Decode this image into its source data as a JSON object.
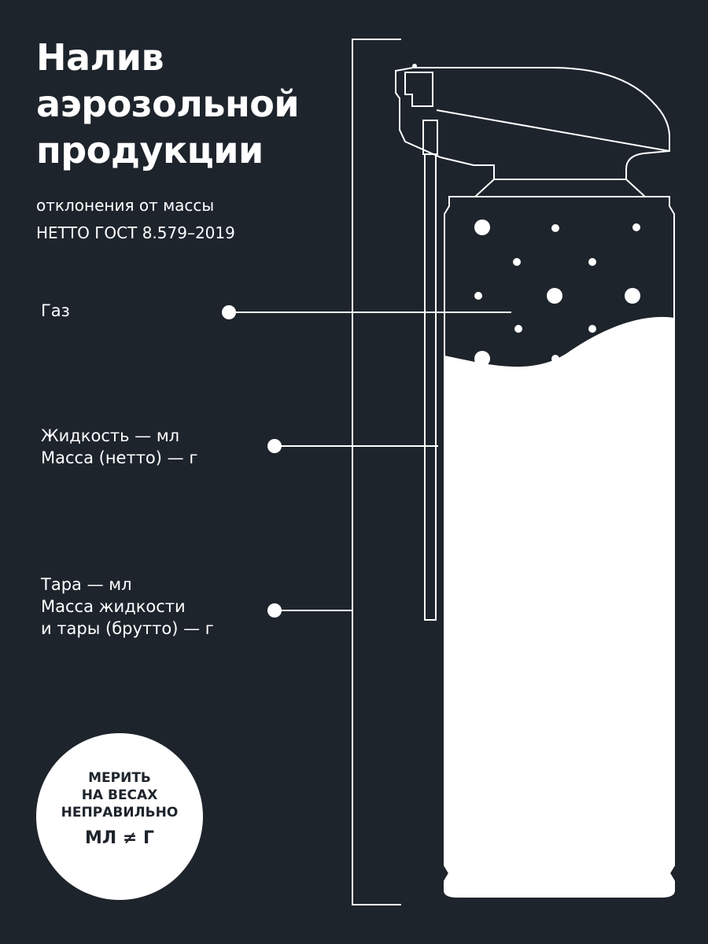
{
  "title": {
    "lines": [
      "Налив",
      "аэрозольной",
      "продукции"
    ]
  },
  "subtitle": {
    "lines": [
      "отклонения от массы",
      "НЕТТО ГОСТ 8.579–2019"
    ]
  },
  "labels": {
    "gas": {
      "lines": [
        "Газ"
      ]
    },
    "liquid": {
      "lines": [
        "Жидкость — мл",
        "Масса (нетто) — г"
      ]
    },
    "tare": {
      "lines": [
        "Тара — мл",
        "Масса жидкости",
        "и тары (брутто) — г"
      ]
    }
  },
  "badge": {
    "lines": [
      "МЕРИТЬ",
      "НА ВЕСАХ",
      "НЕПРАВИЛЬНО"
    ],
    "formula": "МЛ ≠ Г"
  },
  "colors": {
    "background": "#1e242c",
    "foreground": "#ffffff"
  }
}
